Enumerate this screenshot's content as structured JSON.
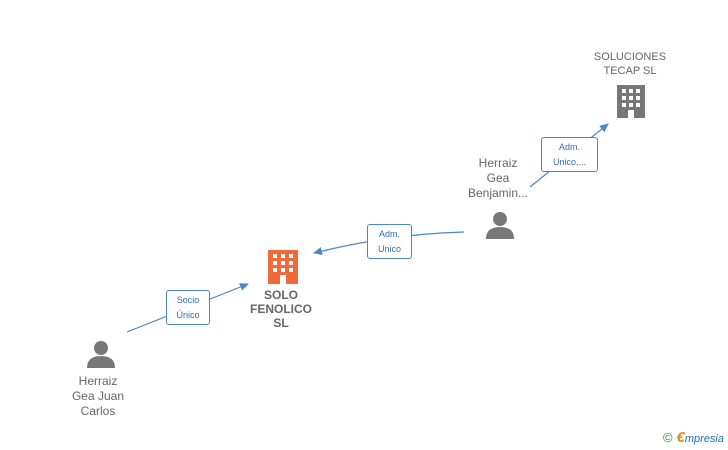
{
  "nodes": {
    "center": {
      "lines": [
        "SOLO",
        "FENOLICO",
        "SL"
      ],
      "color": "#f06a3a",
      "icon": "building-icon"
    },
    "company_top": {
      "lines": [
        "SOLUCIONES",
        "TECAP  SL"
      ],
      "color": "#777777",
      "icon": "building-icon"
    },
    "person_right": {
      "lines": [
        "Herraiz",
        "Gea",
        "Benjamin..."
      ],
      "color": "#777777",
      "icon": "person-icon"
    },
    "person_left": {
      "lines": [
        "Herraiz",
        "Gea Juan",
        "Carlos"
      ],
      "color": "#777777",
      "icon": "person-icon"
    }
  },
  "edges": {
    "left_to_center": {
      "lines": [
        "Socio",
        "Único"
      ]
    },
    "right_to_center": {
      "lines": [
        "Adm.",
        "Unico"
      ]
    },
    "right_to_top": {
      "lines": [
        "Adm.",
        "Unico,..."
      ]
    }
  },
  "colors": {
    "edge": "#4a86c8",
    "label_border": "#4a86c8"
  },
  "footer": {
    "copyright": "©",
    "brand_initial": "€",
    "brand_rest": "mpresia"
  }
}
